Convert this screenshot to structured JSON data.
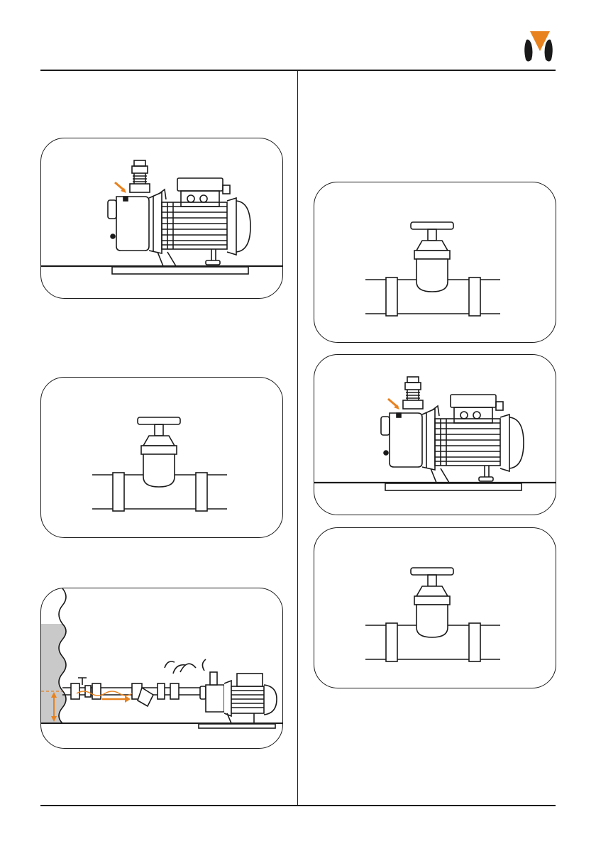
{
  "brand": {
    "logo_name": "brand-logo",
    "colors": {
      "accent": "#e8821e",
      "ink": "#1a1a1a",
      "water": "#c9c9c9"
    }
  },
  "figures": [
    {
      "id": "pump-fill-plug-left",
      "icon": "pump-icon"
    },
    {
      "id": "gate-valve-left",
      "icon": "valve-icon"
    },
    {
      "id": "installation-suction-from-tank",
      "icon": "installation-icon"
    },
    {
      "id": "gate-valve-right-top",
      "icon": "valve-icon"
    },
    {
      "id": "pump-fill-plug-right",
      "icon": "pump-icon"
    },
    {
      "id": "gate-valve-right-bottom",
      "icon": "valve-icon"
    }
  ]
}
